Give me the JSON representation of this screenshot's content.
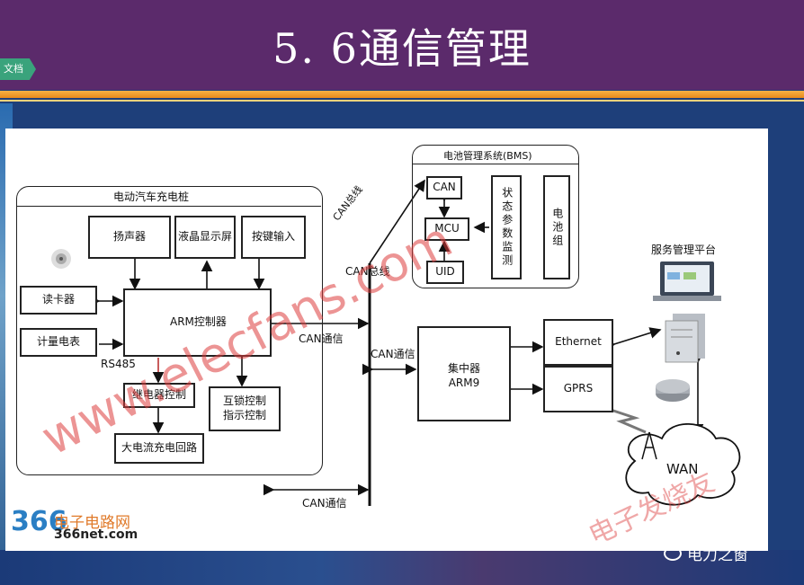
{
  "slide": {
    "title": "5. 6通信管理",
    "doc_tab": "文档",
    "wechat_account": "电力之窗",
    "wechat_icon": "wechat-icon"
  },
  "diagram": {
    "charger_pile_title": "电动汽车充电桩",
    "bms_title": "电池管理系统(BMS)",
    "speaker": "扬声器",
    "lcd": "液晶显示屏",
    "keypad": "按键输入",
    "card_reader": "读卡器",
    "meter": "计量电表",
    "arm_controller": "ARM控制器",
    "rs485": "RS485",
    "relay_control": "继电器控制",
    "interlock": "互锁控制\n指示控制",
    "high_current": "大电流充电回路",
    "can": "CAN",
    "mcu": "MCU",
    "uid": "UID",
    "status_monitor": "状态参数监测",
    "battery_pack": "电池组",
    "can_bus_top": "CAN总线",
    "can_bus_label": "CAN总线",
    "can_comm_1": "CAN通信",
    "can_comm_2": "CAN通信",
    "can_comm_3": "CAN通信",
    "concentrator": "集中器\nARM9",
    "ethernet": "Ethernet",
    "gprs": "GPRS",
    "wan": "WAN",
    "service_platform": "服务管理平台"
  },
  "watermarks": {
    "main": "www.elecfans.com",
    "bottom_right": "电子发烧友",
    "logo_num": "366",
    "logo_cn": "电子电路网",
    "logo_net": "366net.com"
  }
}
